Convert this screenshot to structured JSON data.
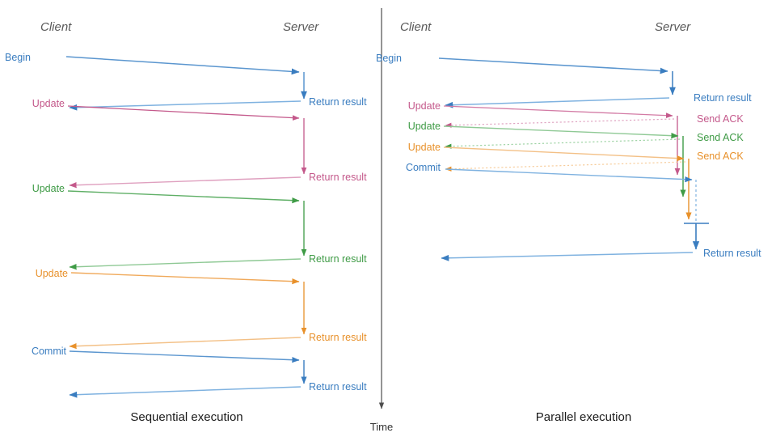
{
  "colors": {
    "blue": "#3a7dc0",
    "blue_light": "#7fb2e0",
    "pink": "#c4598b",
    "pink_light": "#dfa0bf",
    "green": "#3f9b46",
    "green_light": "#8fc995",
    "orange": "#e8912b",
    "orange_light": "#f3c086",
    "axis": "#4d4d4d",
    "actor": "#595959",
    "caption": "#1a1a1a",
    "divider": "#4d4d4d"
  },
  "time_axis": {
    "label": "Time"
  },
  "panels": [
    {
      "id": "sequential",
      "caption": "Sequential execution",
      "actors": {
        "client": "Client",
        "server": "Server"
      },
      "messages": [
        {
          "label": "Begin",
          "color_key": "blue",
          "side": "client"
        },
        {
          "label": "Return result",
          "color_key": "blue",
          "side": "server"
        },
        {
          "label": "Update",
          "color_key": "pink",
          "side": "client"
        },
        {
          "label": "Return result",
          "color_key": "pink",
          "side": "server"
        },
        {
          "label": "Update",
          "color_key": "green",
          "side": "client"
        },
        {
          "label": "Return result",
          "color_key": "green",
          "side": "server"
        },
        {
          "label": "Update",
          "color_key": "orange",
          "side": "client"
        },
        {
          "label": "Return result",
          "color_key": "orange",
          "side": "server"
        },
        {
          "label": "Commit",
          "color_key": "blue",
          "side": "client"
        },
        {
          "label": "Return result",
          "color_key": "blue",
          "side": "server"
        }
      ]
    },
    {
      "id": "parallel",
      "caption": "Parallel execution",
      "actors": {
        "client": "Client",
        "server": "Server"
      },
      "messages": [
        {
          "label": "Begin",
          "color_key": "blue",
          "side": "client"
        },
        {
          "label": "Return result",
          "color_key": "blue",
          "side": "server"
        },
        {
          "label": "Update",
          "color_key": "pink",
          "side": "client"
        },
        {
          "label": "Send ACK",
          "color_key": "pink",
          "side": "server"
        },
        {
          "label": "Update",
          "color_key": "green",
          "side": "client"
        },
        {
          "label": "Send ACK",
          "color_key": "green",
          "side": "server"
        },
        {
          "label": "Update",
          "color_key": "orange",
          "side": "client"
        },
        {
          "label": "Send ACK",
          "color_key": "orange",
          "side": "server"
        },
        {
          "label": "Commit",
          "color_key": "blue",
          "side": "client"
        },
        {
          "label": "Return result",
          "color_key": "blue",
          "side": "server"
        }
      ]
    }
  ]
}
